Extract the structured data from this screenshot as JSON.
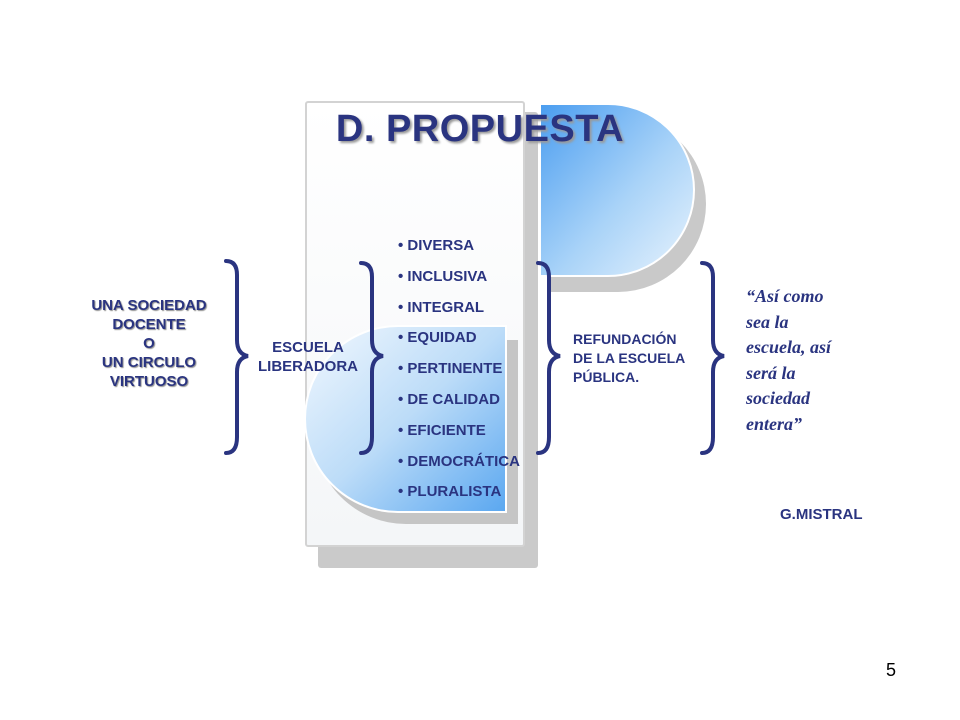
{
  "title": "D. PROPUESTA",
  "left_text": [
    "UNA SOCIEDAD",
    "DOCENTE",
    "O",
    "UN CIRCULO",
    "VIRTUOSO"
  ],
  "escuela": [
    "ESCUELA",
    "LIBERADORA"
  ],
  "attributes": [
    "DIVERSA",
    "INCLUSIVA",
    "INTEGRAL",
    "EQUIDAD",
    "PERTINENTE",
    "DE CALIDAD",
    "EFICIENTE",
    "DEMOCRÁTICA",
    "PLURALISTA"
  ],
  "refundacion": [
    "REFUNDACIÓN",
    "DE LA ESCUELA",
    "PÚBLICA."
  ],
  "quote": [
    "“Así como",
    "sea la",
    "escuela, así",
    "será la",
    "sociedad",
    "entera”"
  ],
  "author": "G.MISTRAL",
  "page_number": "5",
  "colors": {
    "text": "#2a3480",
    "brace": "#2a3480",
    "accent_blue": "#6fb4f5"
  }
}
